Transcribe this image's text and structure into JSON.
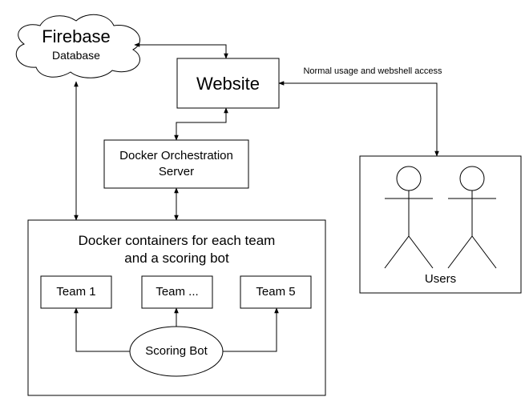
{
  "nodes": {
    "firebase": {
      "title": "Firebase",
      "subtitle": "Database"
    },
    "website": {
      "label": "Website"
    },
    "orchestration": {
      "line1": "Docker Orchestration",
      "line2": "Server"
    },
    "containers": {
      "line1": "Docker containers for each team",
      "line2": "and a scoring bot"
    },
    "team1": {
      "label": "Team 1"
    },
    "team_more": {
      "label": "Team ..."
    },
    "team5": {
      "label": "Team 5"
    },
    "scoring_bot": {
      "label": "Scoring Bot"
    },
    "users": {
      "label": "Users"
    }
  },
  "edges": {
    "website_users": {
      "label": "Normal usage and webshell access"
    }
  },
  "colors": {
    "stroke": "#000000",
    "fill": "#ffffff"
  }
}
